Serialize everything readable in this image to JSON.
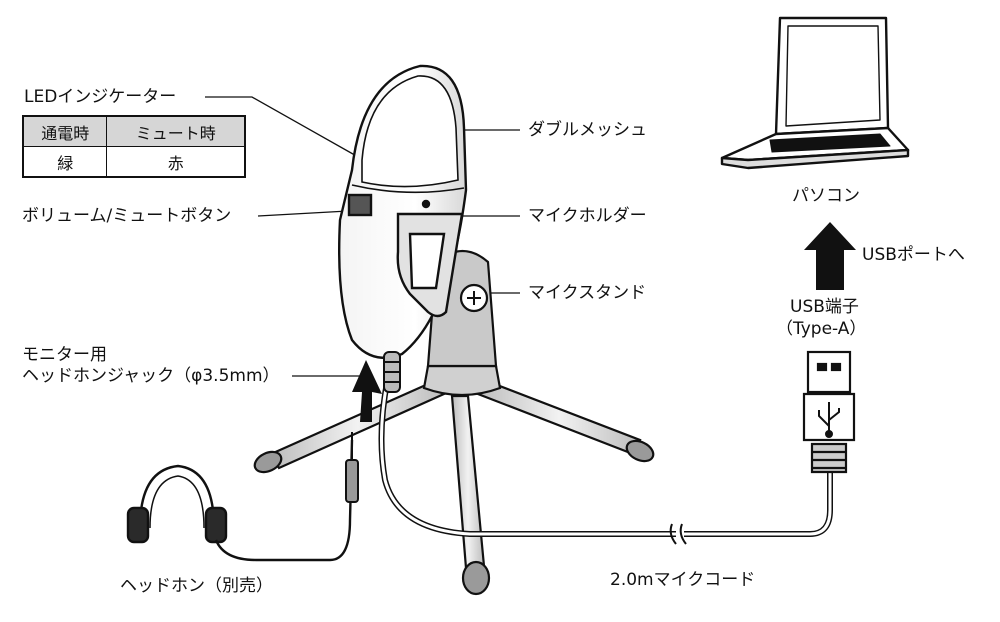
{
  "labels": {
    "led_indicator": "LEDインジケーター",
    "double_mesh": "ダブルメッシュ",
    "volume_mute": "ボリューム/ミュートボタン",
    "mic_holder": "マイクホルダー",
    "mic_stand": "マイクスタンド",
    "monitor_line1": "モニター用",
    "monitor_line2": "ヘッドホンジャック（φ3.5mm）",
    "headphones": "ヘッドホン（別売）",
    "cord": "2.0mマイクコード",
    "pc": "パソコン",
    "usb_port": "USBポートへ",
    "usb_term_line1": "USB端子",
    "usb_term_line2": "（Type-A）"
  },
  "led_table": {
    "headers": [
      "通電時",
      "ミュート時"
    ],
    "row": [
      "緑",
      "赤"
    ]
  }
}
